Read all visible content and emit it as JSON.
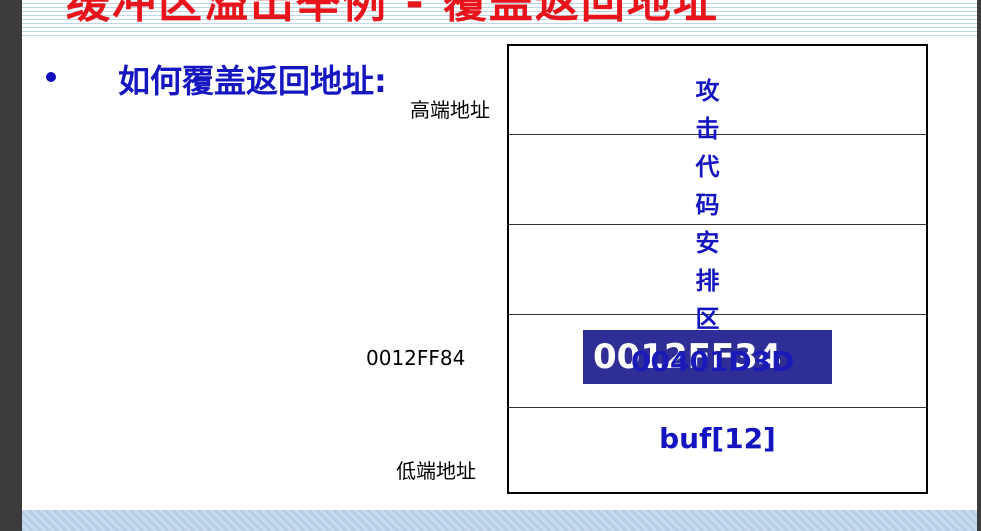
{
  "slide": {
    "title_fragment": "缓冲区溢出举例 - 覆盖返回地址",
    "bullet_text": "如何覆盖返回地址:"
  },
  "diagram": {
    "high_address_label": "高端地址",
    "low_address_label": "低端地址",
    "ret_address_label": "0012FF84",
    "attack_region_text": "攻击代码安排区域",
    "return_address_value": "0012FF34",
    "overlay_value": "00401D3D",
    "buffer_label": "buf[12]"
  },
  "colors": {
    "title": "#e8141c",
    "accent_blue": "#1414c0",
    "address_box": "#2f2e96"
  }
}
